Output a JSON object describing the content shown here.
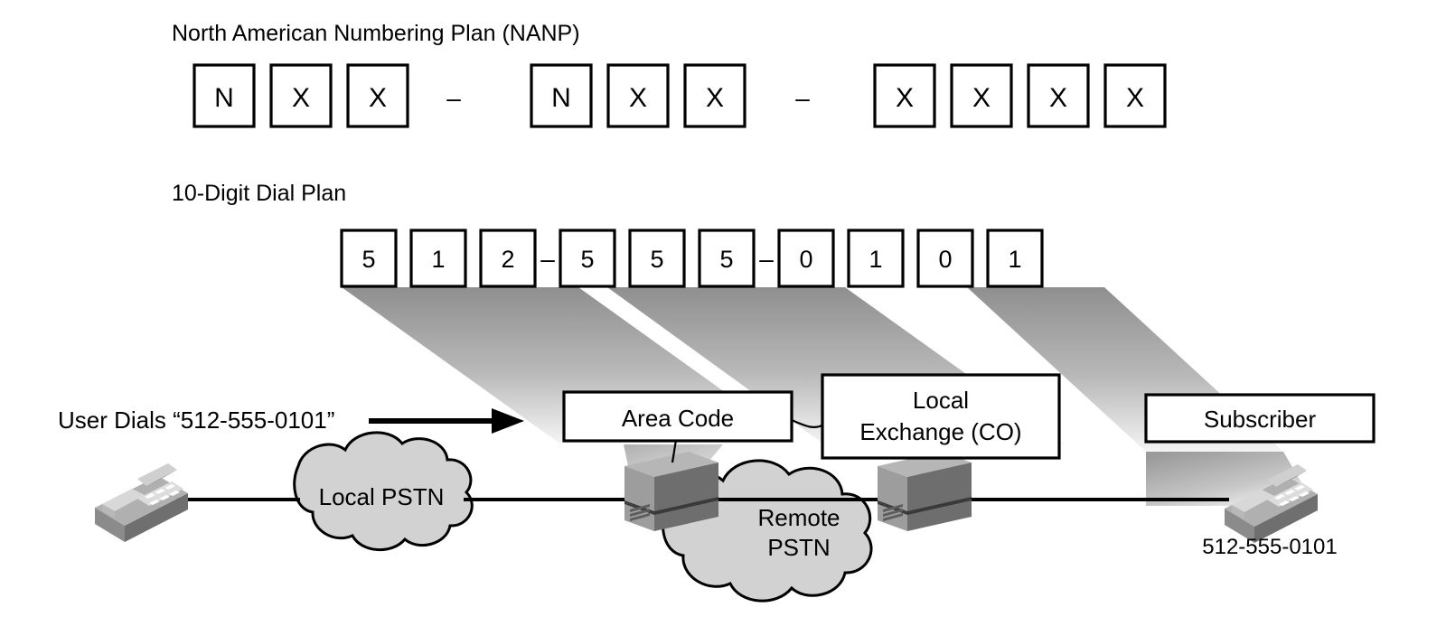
{
  "headings": {
    "nanp": "North American Numbering Plan (NANP)",
    "dial_plan": "10-Digit Dial Plan"
  },
  "nanp_pattern": {
    "group1": [
      "N",
      "X",
      "X"
    ],
    "separator1": "–",
    "group2": [
      "N",
      "X",
      "X"
    ],
    "separator2": "–",
    "group3": [
      "X",
      "X",
      "X",
      "X"
    ]
  },
  "dial_plan_digits": {
    "group1": [
      "5",
      "1",
      "2"
    ],
    "separator1": "–",
    "group2": [
      "5",
      "5",
      "5"
    ],
    "separator2": "–",
    "group3": [
      "0",
      "1",
      "0",
      "1"
    ]
  },
  "callouts": {
    "area_code": "Area Code",
    "local_exchange_line1": "Local",
    "local_exchange_line2": "Exchange (CO)",
    "subscriber": "Subscriber"
  },
  "network": {
    "user_dials": "User Dials “512-555-0101”",
    "local_pstn": "Local PSTN",
    "remote_pstn_line1": "Remote",
    "remote_pstn_line2": "PSTN",
    "subscriber_number": "512-555-0101"
  },
  "icons": {
    "arrow": "right-arrow-icon",
    "left_phone": "desk-phone-icon",
    "right_phone": "desk-phone-icon",
    "switch_left": "network-switch-icon",
    "switch_right": "network-switch-icon",
    "cloud_local": "cloud-icon",
    "cloud_remote": "cloud-icon"
  },
  "colors": {
    "background": "#ffffff",
    "stroke": "#000000",
    "cloud_fill": "#d2d2d2",
    "beam_dark": "#9a9a9a",
    "beam_light": "#f2f2f2",
    "device_top": "#b4b4b4",
    "device_front": "#9b9b9b",
    "device_side": "#6e6e6e",
    "phone_body": "#a9a9a9",
    "phone_light": "#d8d8d8",
    "phone_dark": "#6a6a6a"
  }
}
